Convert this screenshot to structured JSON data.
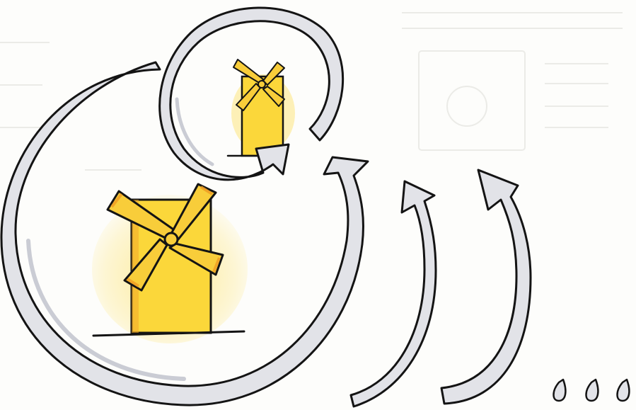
{
  "illustration": {
    "description_tags": [
      "windmill-large",
      "windmill-small",
      "loop-arrow",
      "large-arc-arrow",
      "up-arrow",
      "up-arrow",
      "drop",
      "drop",
      "drop"
    ],
    "colors": {
      "paper": "#fdfdfb",
      "ghost_lines": "#e9e9e5",
      "arrow_fill": "#e2e3e8",
      "arrow_shade": "#c8cad2",
      "outline": "#141414",
      "windmill_body": "#fbd73a",
      "windmill_glow": "#fde88a",
      "windmill_sails": "#f8cd3a",
      "windmill_sail_edge": "#ef9b23"
    },
    "drops_count": 3
  }
}
